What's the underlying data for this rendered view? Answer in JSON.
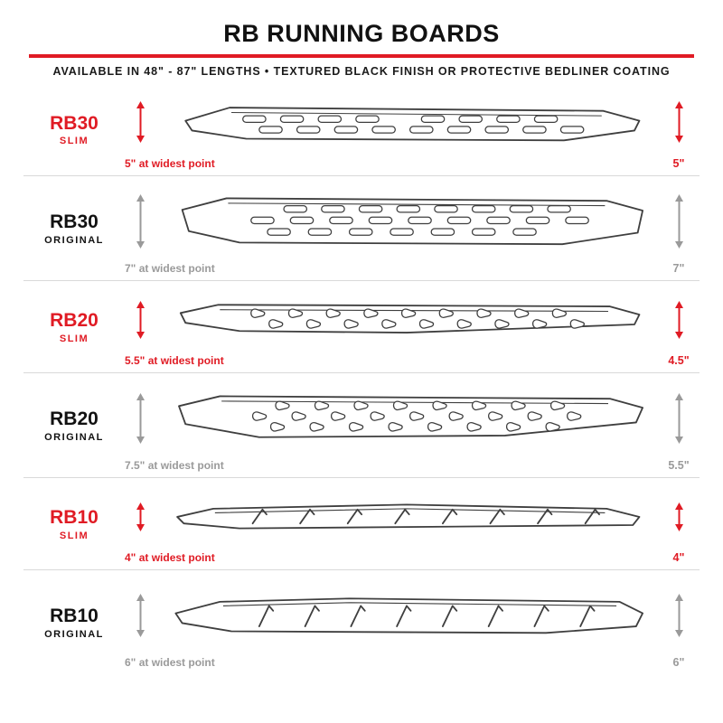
{
  "page": {
    "title": "RB RUNNING BOARDS",
    "subtitle": "AVAILABLE IN 48\" - 87\" LENGTHS  •  TEXTURED BLACK FINISH OR PROTECTIVE BEDLINER COATING"
  },
  "colors": {
    "accent_red": "#e01b24",
    "muted_gray": "#9a9a9a",
    "line_dark": "#3f3f3f"
  },
  "rows": [
    {
      "model": "RB30",
      "variant": "SLIM",
      "width_note": "5\" at widest point",
      "height_note": "5\"",
      "style": "slim",
      "pattern": "oval-slots"
    },
    {
      "model": "RB30",
      "variant": "ORIGINAL",
      "width_note": "7\" at widest point",
      "height_note": "7\"",
      "style": "original",
      "pattern": "oval-slots"
    },
    {
      "model": "RB20",
      "variant": "SLIM",
      "width_note": "5.5\" at widest point",
      "height_note": "4.5\"",
      "style": "slim",
      "pattern": "teardrop-holes"
    },
    {
      "model": "RB20",
      "variant": "ORIGINAL",
      "width_note": "7.5\" at widest point",
      "height_note": "5.5\"",
      "style": "original",
      "pattern": "teardrop-holes"
    },
    {
      "model": "RB10",
      "variant": "SLIM",
      "width_note": "4\" at widest point",
      "height_note": "4\"",
      "style": "slim",
      "pattern": "hash-marks"
    },
    {
      "model": "RB10",
      "variant": "ORIGINAL",
      "width_note": "6\" at widest point",
      "height_note": "6\"",
      "style": "original",
      "pattern": "hash-marks"
    }
  ]
}
